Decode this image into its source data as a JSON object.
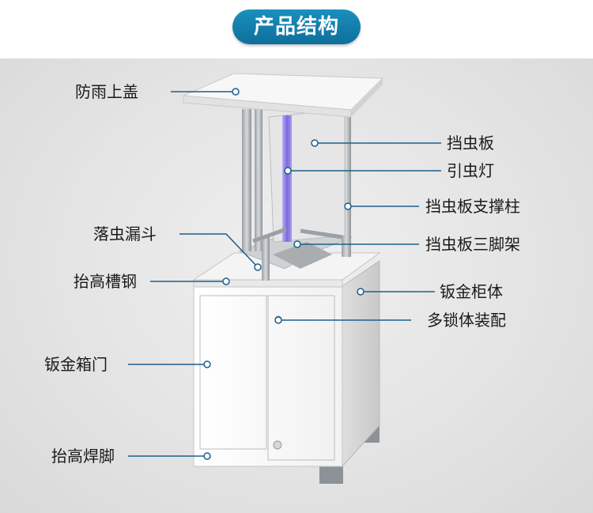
{
  "header": {
    "title": "产品结构"
  },
  "labels": {
    "rain_cover": "防雨上盖",
    "baffle": "挡虫板",
    "lure_lamp": "引虫灯",
    "baffle_column": "挡虫板支撑柱",
    "funnel": "落虫漏斗",
    "baffle_tripod": "挡虫板三脚架",
    "raise_channel": "抬高槽钢",
    "cabinet": "钣金柜体",
    "multi_lock": "多锁体装配",
    "cabinet_door": "钣金箱门",
    "raise_feet": "抬高焊脚"
  },
  "colors": {
    "accent": "#0e6f9a",
    "leader": "#1d5f8a",
    "lamp": "#8a7be0"
  }
}
